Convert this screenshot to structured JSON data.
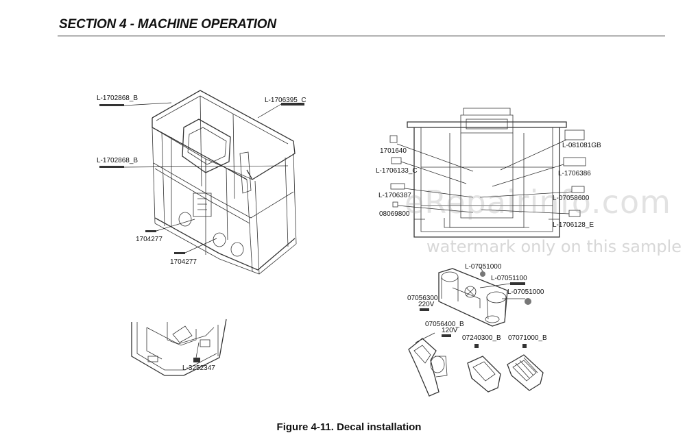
{
  "header": {
    "section_title": "SECTION 4 - MACHINE OPERATION"
  },
  "caption": "Figure 4-11. Decal installation",
  "watermark": {
    "line1": "eRepairinfo.com",
    "line2": "watermark only on this sample"
  },
  "platform_labels": {
    "l1702868_top": "L-1702868_B",
    "l1706395": "L-1706395_C",
    "l1702868_mid": "L-1702868_B",
    "p1704277_a": "1704277",
    "p1704277_b": "1704277"
  },
  "detail_labels": {
    "l3252347": "L-3252347"
  },
  "console_labels": {
    "p1701640": "1701640",
    "l1706133": "L-1706133_C",
    "l1706387": "L-1706387",
    "p08069800": "08069800",
    "l081081gb": "L-081081GB",
    "l1706386": "L-1706386",
    "l07058600": "L-07058600",
    "l1706128": "L-1706128_E"
  },
  "rotator_labels": {
    "l07051000_a": "L-07051000",
    "l07051100": "L-07051100",
    "l07051000_b": "L-07051000",
    "p07056300": "07056300",
    "v220": "220V",
    "p07056400": "07056400_B",
    "v120": "120V",
    "p07240300": "07240300_B",
    "p07071000": "07071000_B"
  }
}
